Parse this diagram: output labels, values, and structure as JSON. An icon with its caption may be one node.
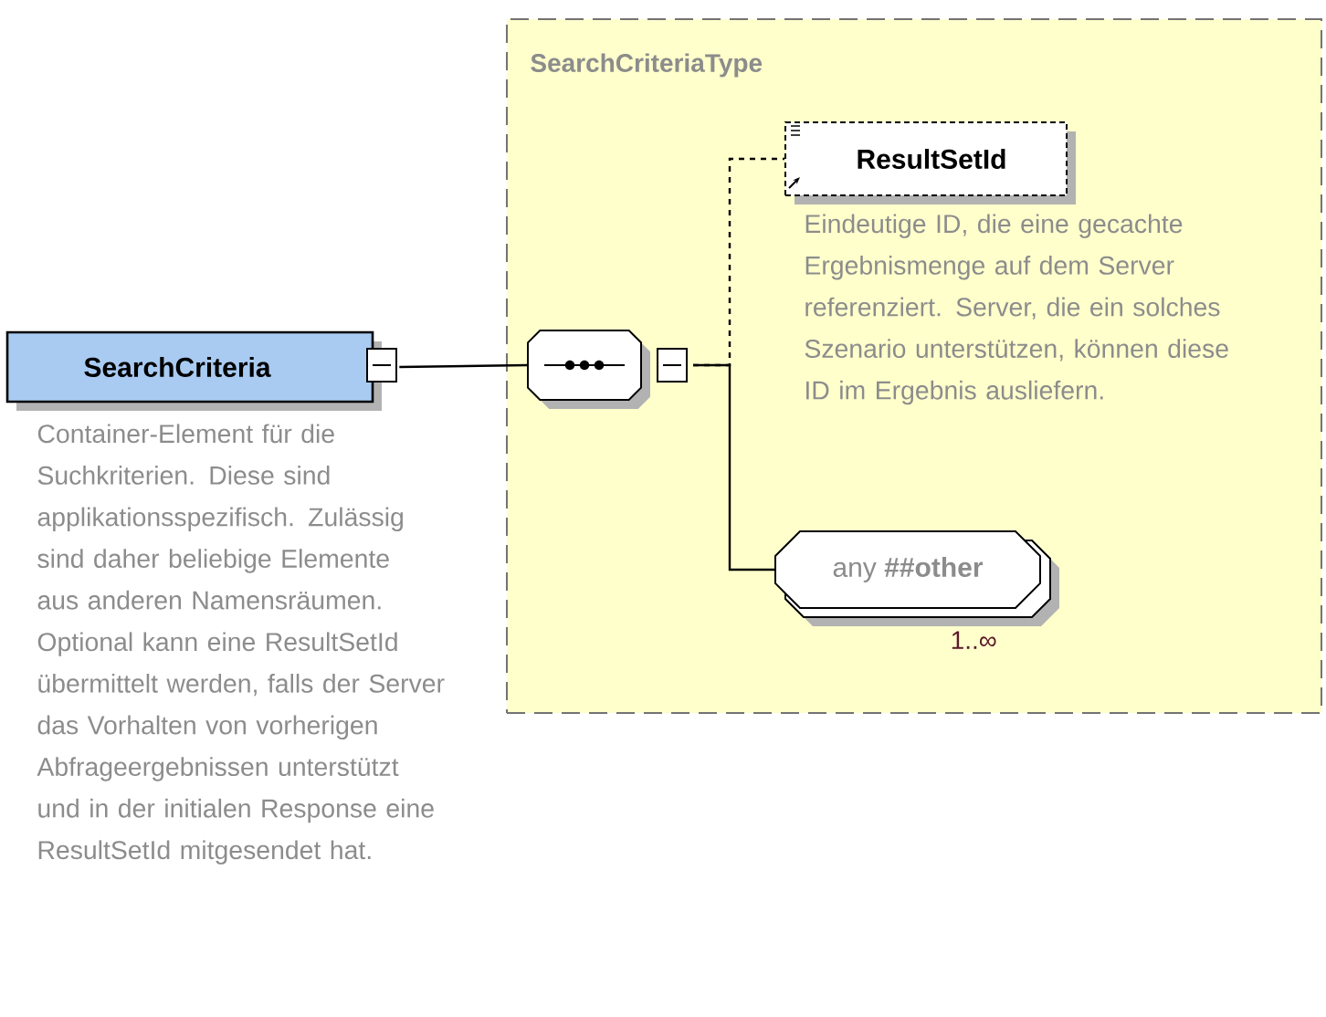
{
  "diagram": {
    "nodes": [
      {
        "text": [
          "SearchCriteria"
        ],
        "beside": [
          "Container-Element für die Suchkriterien. Diese sind applikationsspezifisch. Zulässig sind daher beliebige Elemente aus anderen Namensräumen. Optional kann eine ResultSetId übermittelt  werden, falls der Server das Vorhalten von vorherigen Abfrageergebnissen unterstützt und in der initialen Response eine ResultSetId mitgesendet hat."
        ]
      },
      {
        "text": [
          "SearchCriteriaType"
        ]
      },
      {
        "text": [],
        "shape": "octagon",
        "in": 1
      },
      {
        "text": [
          "ResultSetId"
        ],
        "in": 1,
        "beside": [
          "Eindeutige ID, die eine gecachte Ergebnismenge auf dem Server referenziert. Server, die ein solches Szenario unterstützen, können diese ID im Ergebnis ausliefern."
        ]
      },
      {
        "text": [
          "any **##other**"
        ],
        "in": 1,
        "beside": [
          "1..∞"
        ]
      }
    ],
    "edges": [
      {
        "from": 0,
        "to": 2,
        "arrow": "none"
      },
      {
        "from": 2,
        "to": 3,
        "arrow": "none",
        "style": "dashed"
      },
      {
        "from": 2,
        "to": 4,
        "arrow": "none"
      }
    ]
  }
}
